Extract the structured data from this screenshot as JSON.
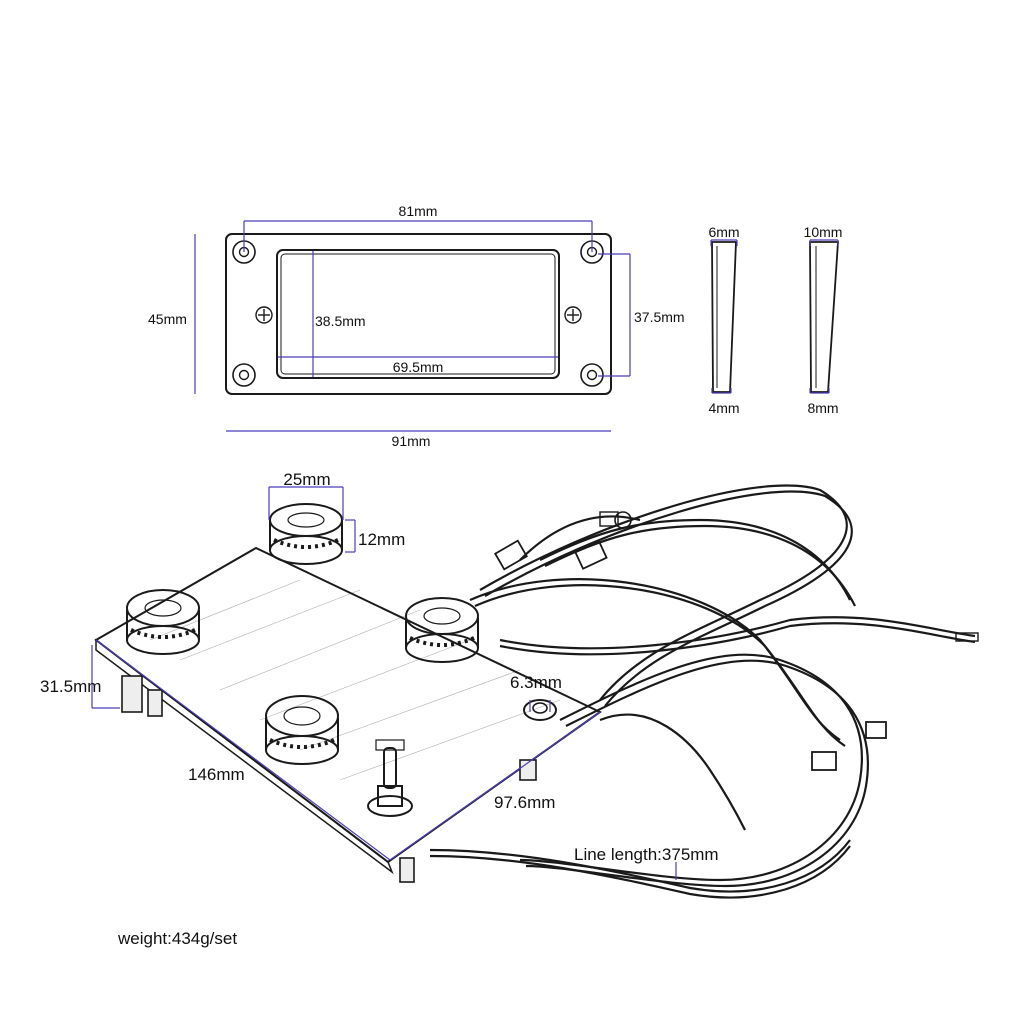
{
  "colors": {
    "dimension_line": "#4b3fb8",
    "ink": "#1a1a1a",
    "background": "#ffffff"
  },
  "top_view": {
    "width_holes": "81mm",
    "height_outer": "45mm",
    "inner_height": "38.5mm",
    "inner_width": "69.5mm",
    "height_holes": "37.5mm",
    "width_outer": "91mm"
  },
  "side_view_1": {
    "top": "6mm",
    "bottom": "4mm"
  },
  "side_view_2": {
    "top": "10mm",
    "bottom": "8mm"
  },
  "harness": {
    "knob_diameter": "25mm",
    "knob_height": "12mm",
    "board_height": "31.5mm",
    "board_length": "146mm",
    "jack_size": "6.3mm",
    "board_width": "97.6mm",
    "line_length": "Line length:375mm"
  },
  "weight": "weight:434g/set"
}
